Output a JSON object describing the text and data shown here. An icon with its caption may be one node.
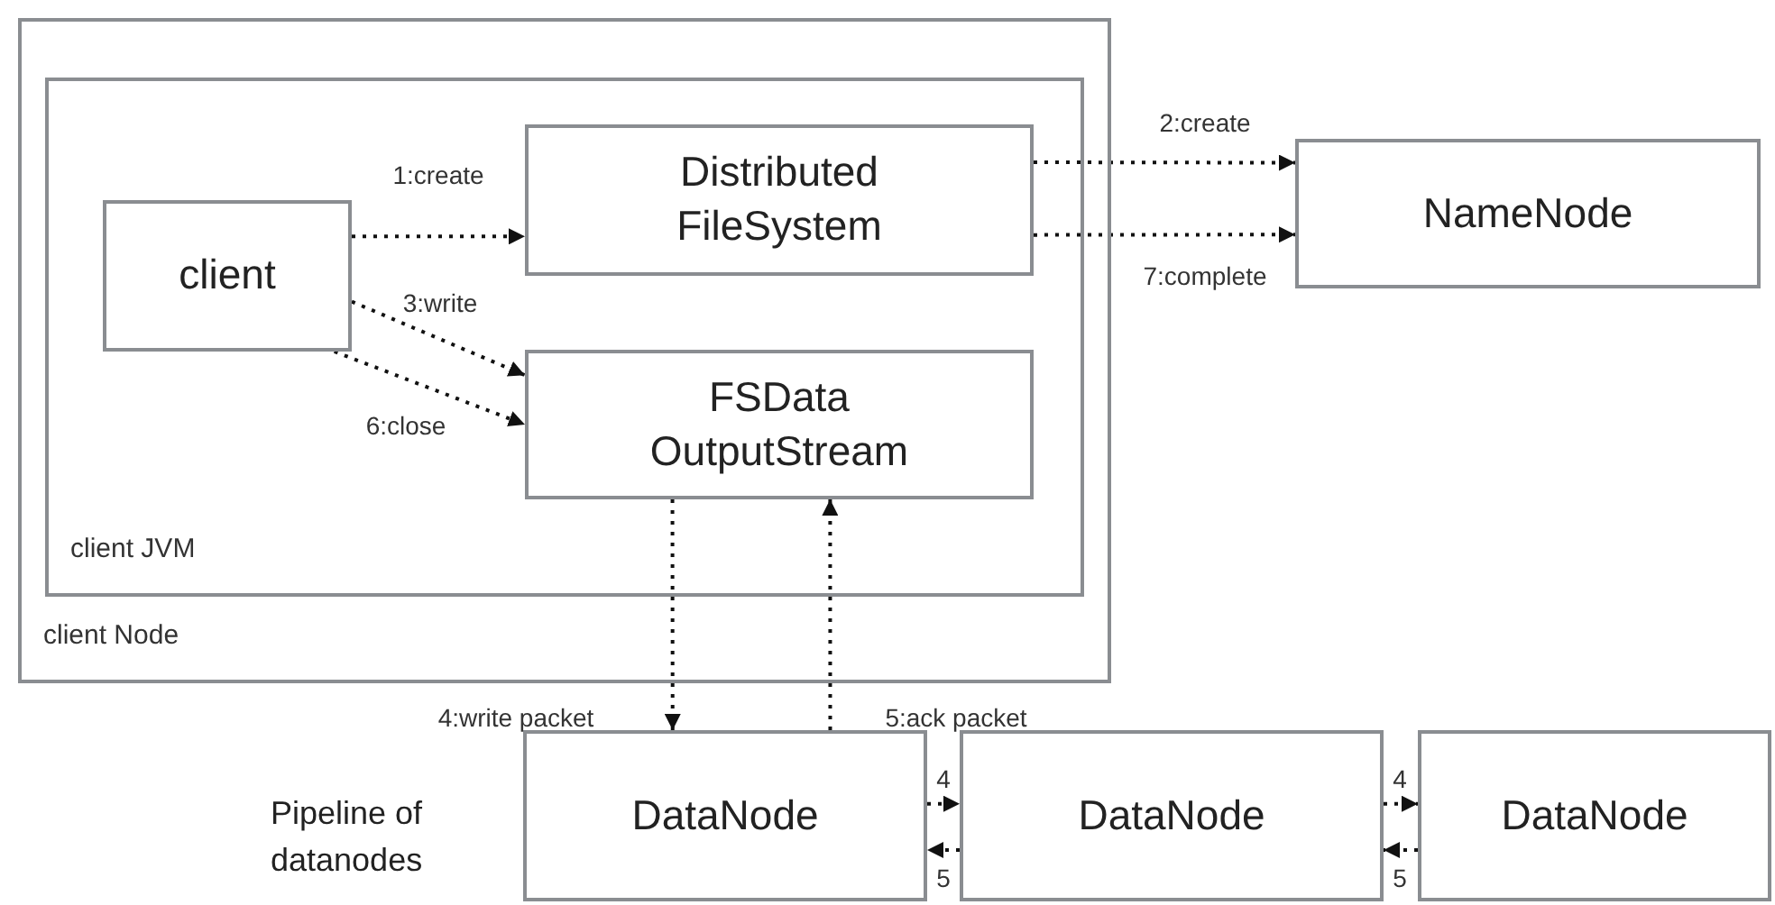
{
  "diagram": {
    "nodes": [
      {
        "text": [
          "client Node"
        ]
      },
      {
        "text": [
          "client JVM"
        ],
        "in": 0
      },
      {
        "text": [
          "client"
        ],
        "in": 1
      },
      {
        "text": [
          "Distributed FileSystem"
        ],
        "in": 1
      },
      {
        "text": [
          "FSData OutputStream"
        ],
        "in": 1
      },
      {
        "text": [
          "NameNode"
        ]
      },
      {
        "text": [
          "DataNode"
        ]
      },
      {
        "text": [
          "DataNode"
        ]
      },
      {
        "text": [
          "DataNode"
        ]
      }
    ],
    "edges": [
      {
        "from": 2,
        "to": 3,
        "arrow": "to",
        "label": "1:create"
      },
      {
        "from": 3,
        "to": 5,
        "arrow": "to",
        "label": "2:create"
      },
      {
        "from": 2,
        "to": 4,
        "arrow": "to",
        "label": "3:write"
      },
      {
        "from": 4,
        "to": 6,
        "arrow": "to",
        "label": "4:write packet"
      },
      {
        "from": 6,
        "to": 4,
        "arrow": "to",
        "label": "5:ack packet"
      },
      {
        "from": 2,
        "to": 4,
        "arrow": "to",
        "label": "6:close"
      },
      {
        "from": 3,
        "to": 5,
        "arrow": "to",
        "label": "7:complete"
      },
      {
        "from": 6,
        "to": 7,
        "arrow": "to",
        "label": "4"
      },
      {
        "from": 7,
        "to": 6,
        "arrow": "to",
        "label": "5"
      },
      {
        "from": 7,
        "to": 8,
        "arrow": "to",
        "label": "4"
      },
      {
        "from": 8,
        "to": 7,
        "arrow": "to",
        "label": "5"
      }
    ],
    "labels": [
      "Pipeline of datanodes"
    ]
  }
}
